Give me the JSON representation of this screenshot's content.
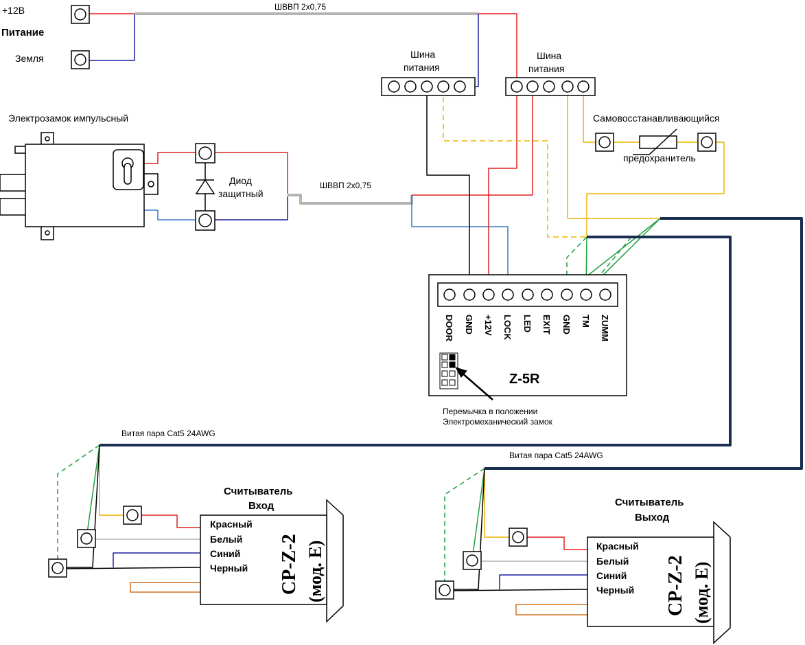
{
  "power": {
    "plus12": "+12В",
    "title": "Питание",
    "ground": "Земля"
  },
  "cables": {
    "top": "ШВВП 2х0,75",
    "mid": "ШВВП 2х0,75",
    "twisted1": "Витая пара Cat5 24AWG",
    "twisted2": "Витая пара Cat5 24AWG"
  },
  "bus": {
    "left_line1": "Шина",
    "left_line2": "питания",
    "right_line1": "Шина",
    "right_line2": "питания"
  },
  "lock": {
    "title": "Электрозамок импульсный"
  },
  "diode": {
    "line1": "Диод",
    "line2": "защитный"
  },
  "fuse": {
    "line1": "Самовосстанавливающийся",
    "line2": "предохранитель"
  },
  "controller": {
    "model": "Z-5R",
    "pins": [
      "DOOR",
      "GND",
      "+12V",
      "LOCK",
      "LED",
      "EXIT",
      "GND",
      "TM",
      "ZUMM"
    ],
    "jumper_line1": "Перемычка в положении",
    "jumper_line2": "Электромеханический замок"
  },
  "reader_in": {
    "title1": "Считыватель",
    "title2": "Вход",
    "model1": "CP-Z-2",
    "model2": "(мод. E)",
    "wires": [
      "Красный",
      "Белый",
      "Синий",
      "Черный"
    ]
  },
  "reader_out": {
    "title1": "Считыватель",
    "title2": "Выход",
    "model1": "CP-Z-2",
    "model2": "(мод. E)",
    "wires": [
      "Красный",
      "Белый",
      "Синий",
      "Черный"
    ]
  },
  "colors": {
    "red": "#e02020",
    "blue": "#1c1ca0",
    "lightblue": "#3a78c8",
    "gray": "#b4b4b4",
    "yellow": "#f0b400",
    "green": "#1e9e3e",
    "orange": "#d07020",
    "navy": "#1a2e50"
  }
}
